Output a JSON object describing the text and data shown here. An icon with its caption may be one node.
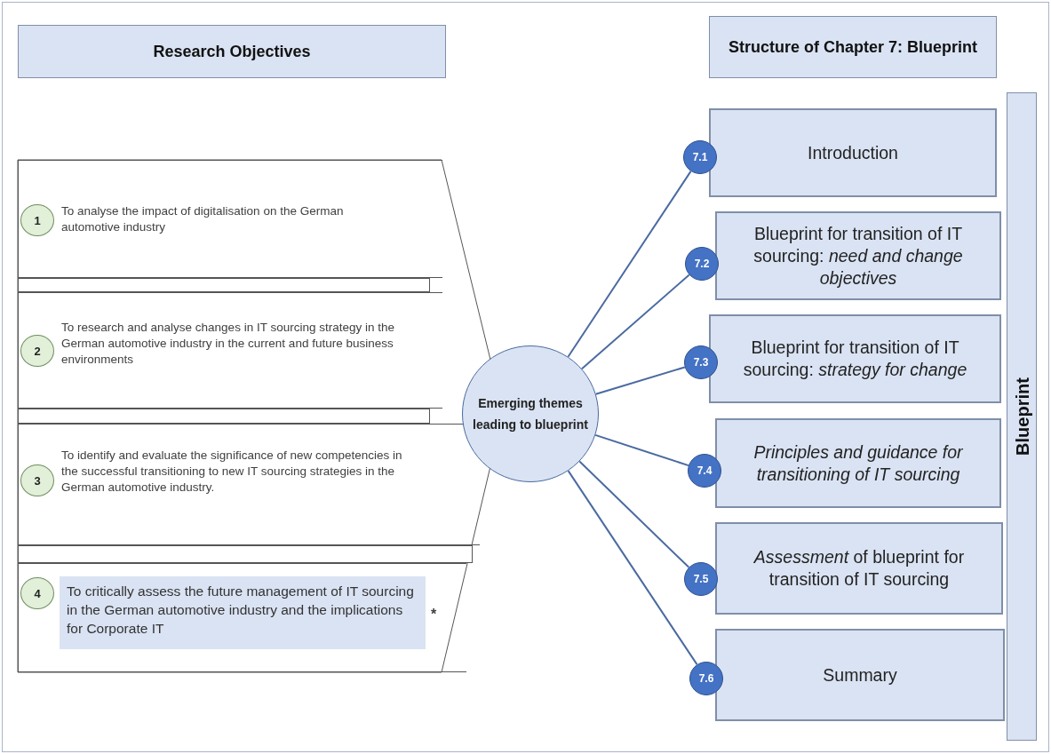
{
  "diagram": {
    "nodes": [
      {
        "text": [
          "Research Objectives"
        ]
      },
      {
        "text": [
          "Structure of Chapter 7: Blueprint"
        ]
      },
      {
        "text": [],
        "shape": "box"
      },
      {
        "text": [
          "To analyse the impact of digitalisation on the German automotive industry"
        ],
        "in": 2
      },
      {
        "text": [
          "1"
        ],
        "in": 3
      },
      {
        "text": [
          "To research and analyse changes in IT sourcing strategy in the German automotive industry in the current and future business environments"
        ],
        "in": 2
      },
      {
        "text": [
          "2"
        ],
        "in": 5
      },
      {
        "text": [
          "To identify and evaluate the significance of new competencies in the successful transitioning to new IT sourcing strategies in the German automotive industry."
        ],
        "in": 2
      },
      {
        "text": [
          "3"
        ],
        "in": 7
      },
      {
        "text": [
          "*"
        ],
        "in": 2
      },
      {
        "text": [
          "4"
        ],
        "in": 9
      },
      {
        "text": [
          "To critically assess the future management of IT sourcing in the German automotive industry and the implications for Corporate IT"
        ],
        "in": 9
      },
      {
        "text": [
          "Emerging themes leading to blueprint"
        ]
      },
      {
        "text": [
          "Blueprint"
        ]
      },
      {
        "text": [
          "7.1"
        ]
      },
      {
        "text": [
          "Introduction"
        ]
      },
      {
        "text": [
          "7.2"
        ]
      },
      {
        "text": [
          "Blueprint for transition of IT sourcing: *need and change objectives*"
        ]
      },
      {
        "text": [
          "7.3"
        ]
      },
      {
        "text": [
          "Blueprint for transition of IT sourcing: *strategy for change*"
        ]
      },
      {
        "text": [
          "7.4"
        ]
      },
      {
        "text": [
          "Principles and guidance for transitioning of IT sourcing"
        ]
      },
      {
        "text": [
          "7.5"
        ]
      },
      {
        "text": [
          "*Assessment* of blueprint for transition of IT sourcing"
        ]
      },
      {
        "text": [
          "7.6"
        ]
      },
      {
        "text": [
          "Summary"
        ]
      }
    ],
    "edges": [
      {
        "from": 12,
        "to": 14,
        "arrow": "none"
      },
      {
        "from": 12,
        "to": 16,
        "arrow": "none"
      },
      {
        "from": 12,
        "to": 18,
        "arrow": "none"
      },
      {
        "from": 12,
        "to": 20,
        "arrow": "none"
      },
      {
        "from": 12,
        "to": 22,
        "arrow": "none"
      },
      {
        "from": 12,
        "to": 24,
        "arrow": "none"
      }
    ]
  }
}
